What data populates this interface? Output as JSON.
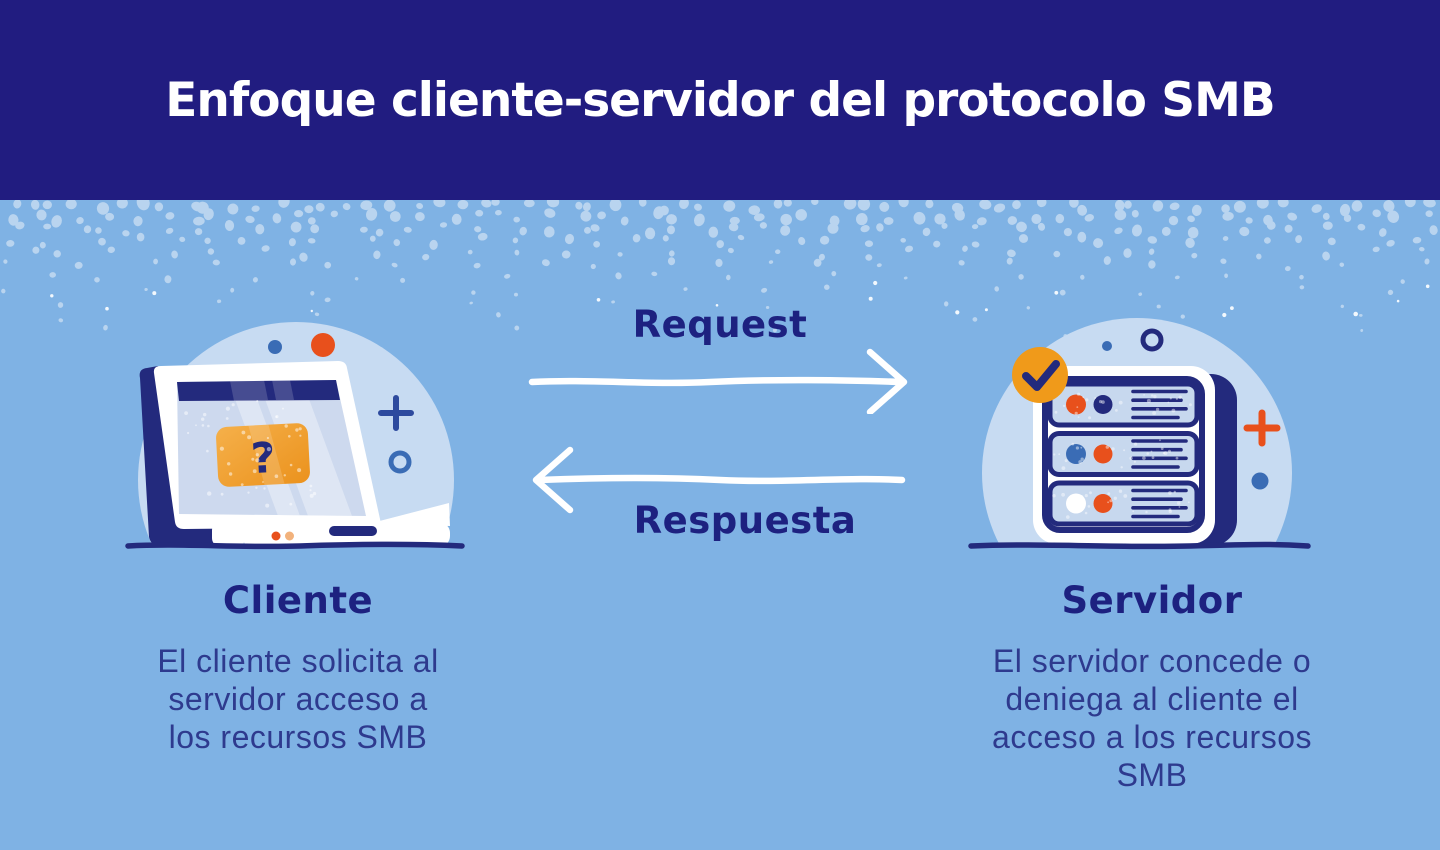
{
  "header": {
    "title": "Enfoque cliente-servidor del protocolo SMB"
  },
  "flow": {
    "request_label": "Request",
    "response_label": "Respuesta"
  },
  "client": {
    "heading": "Cliente",
    "description": "El cliente solicita al\nservidor acceso a\nlos recursos SMB",
    "screen_symbol": "?"
  },
  "server": {
    "heading": "Servidor",
    "description": "El servidor concede o\ndeniega al cliente el\nacceso a los recursos\nSMB"
  },
  "icons": {
    "check_badge": "✓",
    "question_mark": "?",
    "client_plus_decor": "+",
    "server_plus_decor": "+",
    "circle_outline_decor": "○",
    "request_arrow": "→",
    "response_arrow": "←"
  },
  "colors": {
    "header_bg": "#211c80",
    "canvas_bg": "#7fb2e4",
    "texture_dot": "#b9d4ef",
    "halo": "#c7dbf2",
    "navy": "#232a7d",
    "heading_text": "#1d2180",
    "body_text": "#2e3a8e",
    "decor_blue": "#2d4a9e",
    "accent_blue": "#3a6cb5",
    "accent_orange": "#e8501c",
    "badge_orange": "#f09a1a",
    "panel_orange": "#efa030",
    "tray_blue": "#c7d8ee",
    "screen_blue": "#cdd9ee",
    "peach": "#f2b27c",
    "arrow_white": "#ffffff"
  }
}
